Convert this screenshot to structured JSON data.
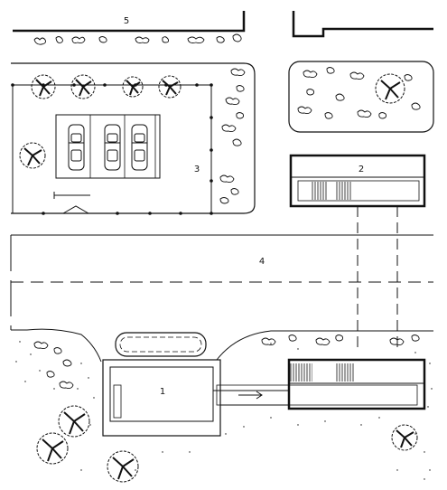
{
  "labels": {
    "building_1": "1",
    "building_2": "2",
    "parking_lot": "3",
    "street": "4",
    "top_street": "5"
  },
  "colors": {
    "ink": "#111111",
    "paper": "#ffffff"
  },
  "icons": {
    "tree": "tree-icon",
    "shrub": "shrub-icon",
    "car": "car-icon",
    "arrow": "arrow-right-icon"
  }
}
